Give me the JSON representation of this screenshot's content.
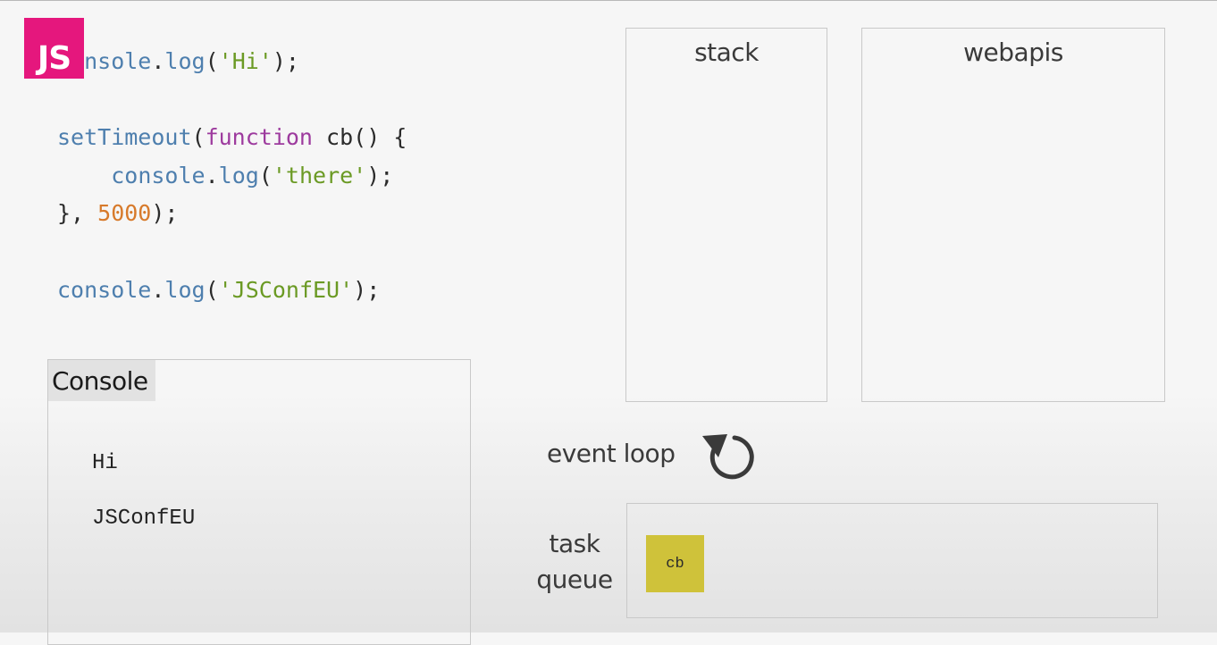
{
  "logo": {
    "text": "JS"
  },
  "code": {
    "lines": [
      [
        {
          "t": "console",
          "c": "obj"
        },
        {
          "t": ".",
          "c": "pun"
        },
        {
          "t": "log",
          "c": "obj"
        },
        {
          "t": "(",
          "c": "pun"
        },
        {
          "t": "'Hi'",
          "c": "str"
        },
        {
          "t": ");",
          "c": "pun"
        }
      ],
      [],
      [
        {
          "t": "setTimeout",
          "c": "obj"
        },
        {
          "t": "(",
          "c": "pun"
        },
        {
          "t": "function",
          "c": "kw"
        },
        {
          "t": " cb() {",
          "c": "pun"
        }
      ],
      [
        {
          "t": "    ",
          "c": "pun"
        },
        {
          "t": "console",
          "c": "obj"
        },
        {
          "t": ".",
          "c": "pun"
        },
        {
          "t": "log",
          "c": "obj"
        },
        {
          "t": "(",
          "c": "pun"
        },
        {
          "t": "'there'",
          "c": "str"
        },
        {
          "t": ");",
          "c": "pun"
        }
      ],
      [
        {
          "t": "}, ",
          "c": "pun"
        },
        {
          "t": "5000",
          "c": "num"
        },
        {
          "t": ");",
          "c": "pun"
        }
      ],
      [],
      [
        {
          "t": "console",
          "c": "obj"
        },
        {
          "t": ".",
          "c": "pun"
        },
        {
          "t": "log",
          "c": "obj"
        },
        {
          "t": "(",
          "c": "pun"
        },
        {
          "t": "'JSConfEU'",
          "c": "str"
        },
        {
          "t": ");",
          "c": "pun"
        }
      ]
    ]
  },
  "stack": {
    "title": "stack"
  },
  "webapis": {
    "title": "webapis"
  },
  "console": {
    "title": "Console",
    "output": [
      "Hi",
      "JSConfEU"
    ]
  },
  "event_loop": {
    "label": "event loop",
    "icon": "circular-arrow-icon"
  },
  "task_queue": {
    "label_line1": "task",
    "label_line2": "queue",
    "items": [
      "cb"
    ]
  },
  "colors": {
    "logo_bg": "#e5177d",
    "code_object": "#4e7fae",
    "code_string": "#6b9a24",
    "code_keyword": "#9d3b9e",
    "code_number": "#d77a2b",
    "task_item": "#cfc23a",
    "loop_icon": "#3a3a3a"
  }
}
